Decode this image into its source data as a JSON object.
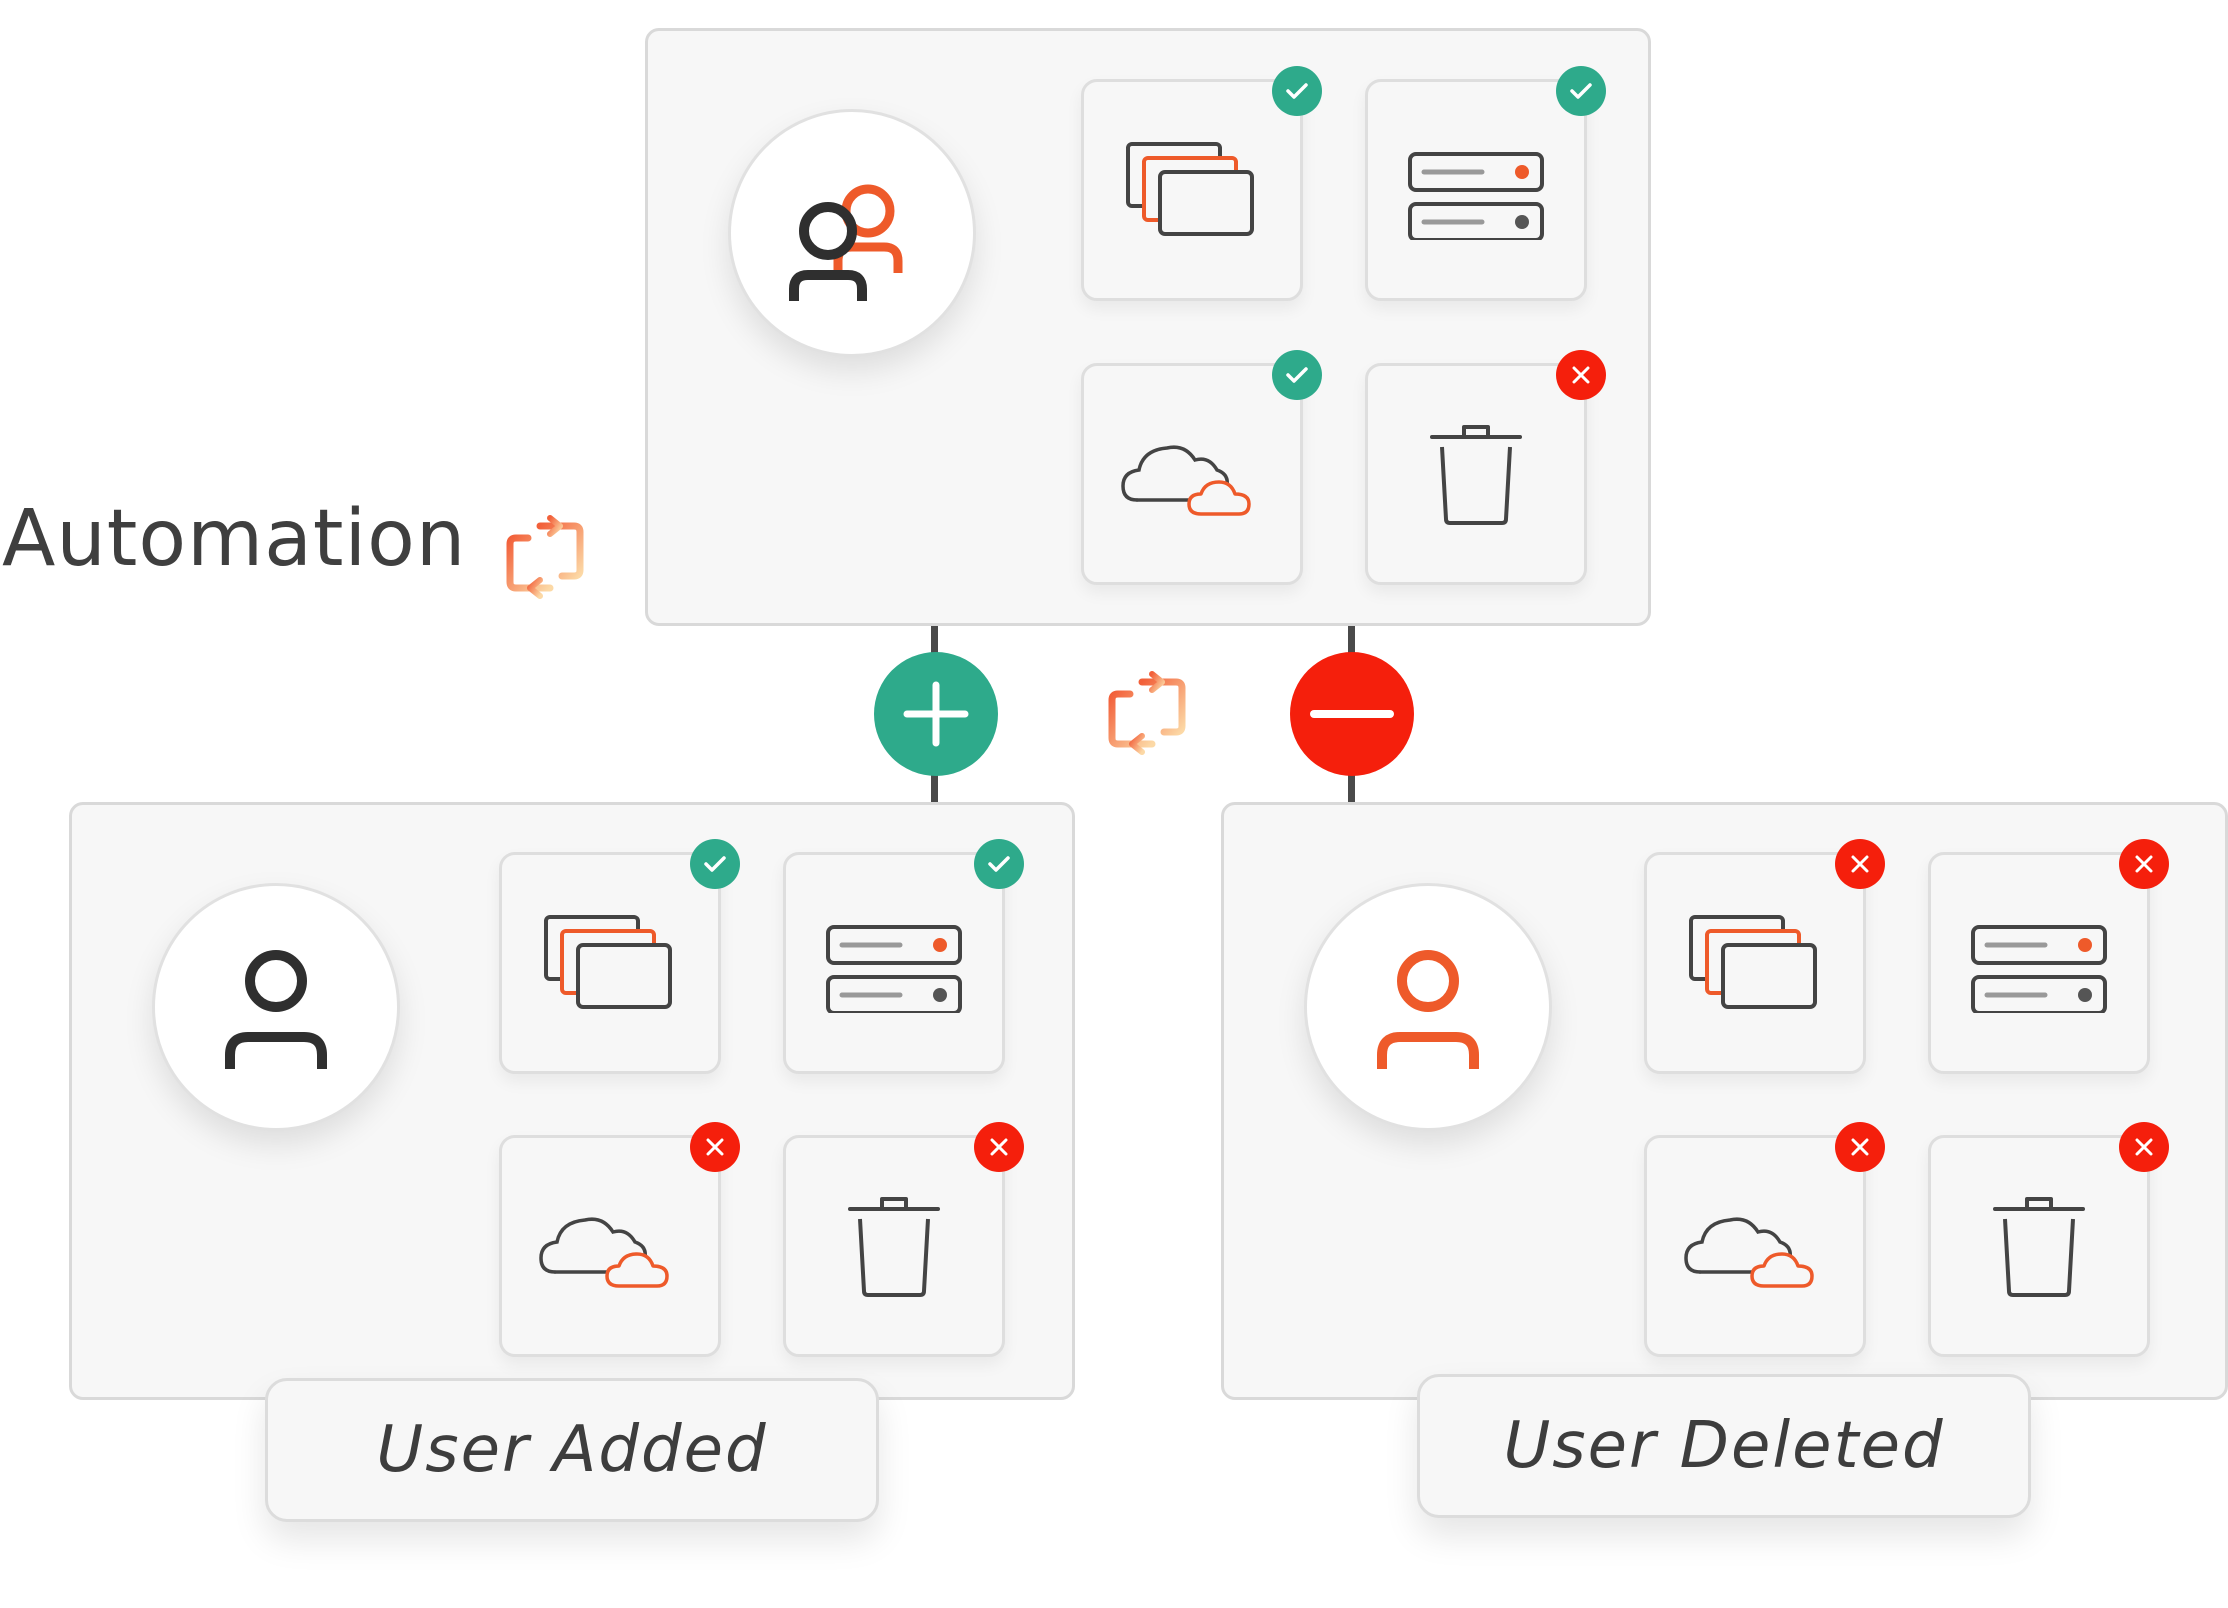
{
  "heading": {
    "label": "Automation",
    "icon": "sync-icon"
  },
  "colors": {
    "success": "#2eaa8b",
    "error": "#f51f0c",
    "accent_orange": "#ee5a2a",
    "icon_dark": "#2f2f2f"
  },
  "panels": {
    "group": {
      "avatar_icon": "user-group-icon",
      "resources": [
        {
          "icon": "windows-icon",
          "status": "ok"
        },
        {
          "icon": "server-icon",
          "status": "ok"
        },
        {
          "icon": "cloud-icon",
          "status": "ok"
        },
        {
          "icon": "trash-icon",
          "status": "error"
        }
      ]
    },
    "added": {
      "label": "User Added",
      "avatar_icon": "user-icon",
      "resources": [
        {
          "icon": "windows-icon",
          "status": "ok"
        },
        {
          "icon": "server-icon",
          "status": "ok"
        },
        {
          "icon": "cloud-icon",
          "status": "error"
        },
        {
          "icon": "trash-icon",
          "status": "error"
        }
      ]
    },
    "deleted": {
      "label": "User Deleted",
      "avatar_icon": "user-icon",
      "resources": [
        {
          "icon": "windows-icon",
          "status": "error"
        },
        {
          "icon": "server-icon",
          "status": "error"
        },
        {
          "icon": "cloud-icon",
          "status": "error"
        },
        {
          "icon": "trash-icon",
          "status": "error"
        }
      ]
    }
  },
  "controls": {
    "add_icon": "plus-icon",
    "remove_icon": "minus-icon",
    "sync_icon": "sync-icon"
  }
}
